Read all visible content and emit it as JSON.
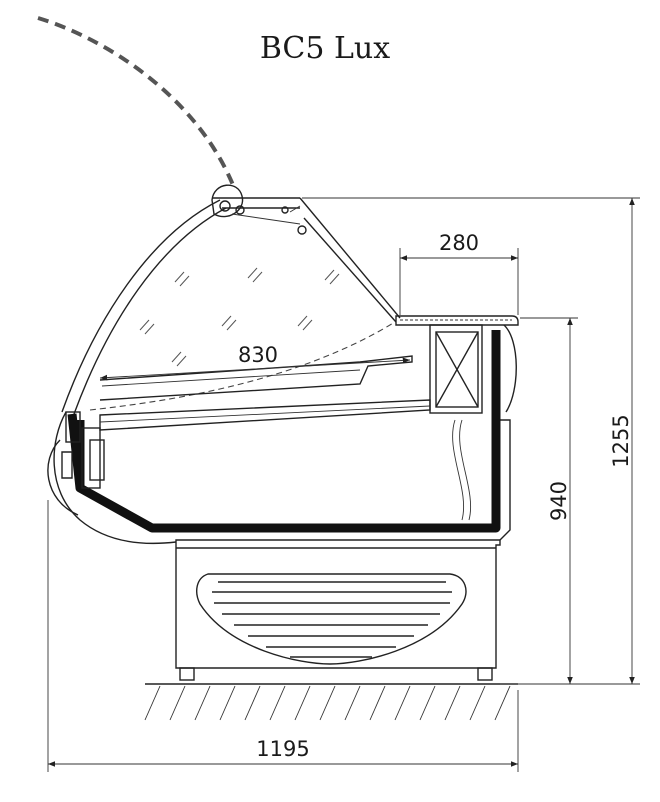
{
  "title": "BC5 Lux",
  "dimensions": {
    "depth_shelf": "830",
    "top_tray": "280",
    "height_total": "1255",
    "height_counter": "940",
    "width_total": "1195"
  }
}
